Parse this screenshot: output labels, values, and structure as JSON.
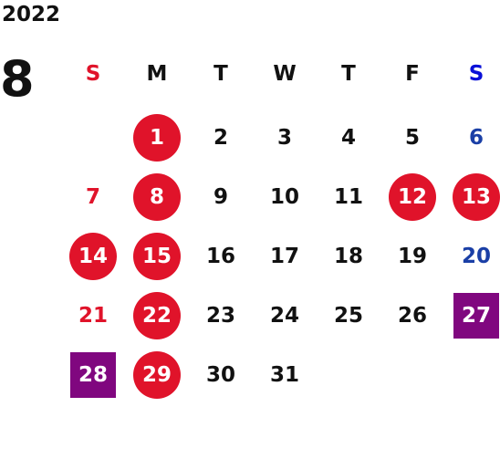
{
  "year": "2022",
  "month": "8",
  "weekdays": [
    "S",
    "M",
    "T",
    "W",
    "T",
    "F",
    "S"
  ],
  "colors": {
    "holiday_red": "#e0132a",
    "saturday_blue": "#1a3fa6",
    "special_purple": "#80077f"
  },
  "days": [
    {
      "label": "1",
      "col": 1,
      "row": 0,
      "style": "circle"
    },
    {
      "label": "2",
      "col": 2,
      "row": 0,
      "style": "plain"
    },
    {
      "label": "3",
      "col": 3,
      "row": 0,
      "style": "plain"
    },
    {
      "label": "4",
      "col": 4,
      "row": 0,
      "style": "plain"
    },
    {
      "label": "5",
      "col": 5,
      "row": 0,
      "style": "plain"
    },
    {
      "label": "6",
      "col": 6,
      "row": 0,
      "style": "blue"
    },
    {
      "label": "7",
      "col": 0,
      "row": 1,
      "style": "red"
    },
    {
      "label": "8",
      "col": 1,
      "row": 1,
      "style": "circle"
    },
    {
      "label": "9",
      "col": 2,
      "row": 1,
      "style": "plain"
    },
    {
      "label": "10",
      "col": 3,
      "row": 1,
      "style": "plain"
    },
    {
      "label": "11",
      "col": 4,
      "row": 1,
      "style": "plain"
    },
    {
      "label": "12",
      "col": 5,
      "row": 1,
      "style": "circle"
    },
    {
      "label": "13",
      "col": 6,
      "row": 1,
      "style": "circle"
    },
    {
      "label": "14",
      "col": 0,
      "row": 2,
      "style": "circle"
    },
    {
      "label": "15",
      "col": 1,
      "row": 2,
      "style": "circle"
    },
    {
      "label": "16",
      "col": 2,
      "row": 2,
      "style": "plain"
    },
    {
      "label": "17",
      "col": 3,
      "row": 2,
      "style": "plain"
    },
    {
      "label": "18",
      "col": 4,
      "row": 2,
      "style": "plain"
    },
    {
      "label": "19",
      "col": 5,
      "row": 2,
      "style": "plain"
    },
    {
      "label": "20",
      "col": 6,
      "row": 2,
      "style": "blue"
    },
    {
      "label": "21",
      "col": 0,
      "row": 3,
      "style": "red"
    },
    {
      "label": "22",
      "col": 1,
      "row": 3,
      "style": "circle"
    },
    {
      "label": "23",
      "col": 2,
      "row": 3,
      "style": "plain"
    },
    {
      "label": "24",
      "col": 3,
      "row": 3,
      "style": "plain"
    },
    {
      "label": "25",
      "col": 4,
      "row": 3,
      "style": "plain"
    },
    {
      "label": "26",
      "col": 5,
      "row": 3,
      "style": "plain"
    },
    {
      "label": "27",
      "col": 6,
      "row": 3,
      "style": "square"
    },
    {
      "label": "28",
      "col": 0,
      "row": 4,
      "style": "square"
    },
    {
      "label": "29",
      "col": 1,
      "row": 4,
      "style": "circle"
    },
    {
      "label": "30",
      "col": 2,
      "row": 4,
      "style": "plain"
    },
    {
      "label": "31",
      "col": 3,
      "row": 4,
      "style": "plain"
    }
  ]
}
